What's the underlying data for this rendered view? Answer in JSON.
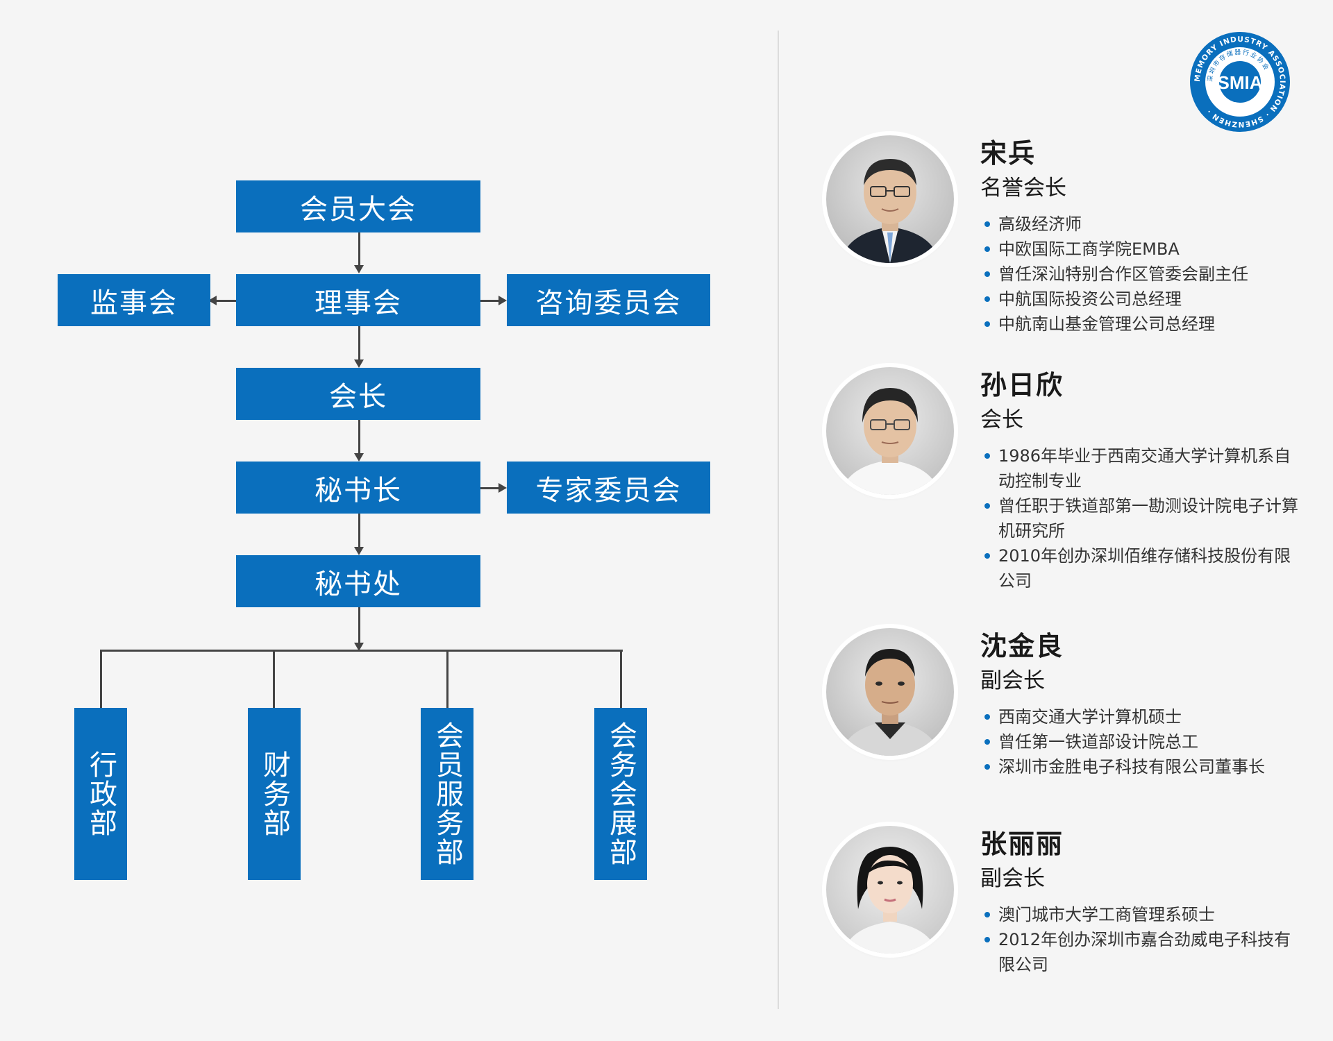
{
  "org": {
    "general_assembly": "会员大会",
    "council": "理事会",
    "supervisors": "监事会",
    "advisory_committee": "咨询委员会",
    "president": "会长",
    "secretary_general": "秘书长",
    "expert_committee": "专家委员会",
    "secretariat": "秘书处",
    "departments": [
      "行政部",
      "财务部",
      "会员服务部",
      "会务会展部"
    ]
  },
  "logo": {
    "text": "SMIA",
    "ring_text": "MEMORY INDUSTRY ASSOCIATION · SHENZHEN ·",
    "inner_text": "深圳市存储器行业协会",
    "color": "#0a6fbd"
  },
  "profiles": [
    {
      "name": "宋兵",
      "title": "名誉会长",
      "items": [
        "高级经济师",
        "中欧国际工商学院EMBA",
        "曾任深汕特别合作区管委会副主任",
        "中航国际投资公司总经理",
        "中航南山基金管理公司总经理"
      ]
    },
    {
      "name": "孙日欣",
      "title": "会长",
      "items": [
        "1986年毕业于西南交通大学计算机系自动控制专业",
        "曾任职于铁道部第一勘测设计院电子计算机研究所",
        "2010年创办深圳佰维存储科技股份有限公司"
      ]
    },
    {
      "name": "沈金良",
      "title": "副会长",
      "items": [
        "西南交通大学计算机硕士",
        "曾任第一铁道部设计院总工",
        "深圳市金胜电子科技有限公司董事长"
      ]
    },
    {
      "name": "张丽丽",
      "title": "副会长",
      "items": [
        "澳门城市大学工商管理系硕士",
        "2012年创办深圳市嘉合劲威电子科技有限公司"
      ]
    }
  ]
}
